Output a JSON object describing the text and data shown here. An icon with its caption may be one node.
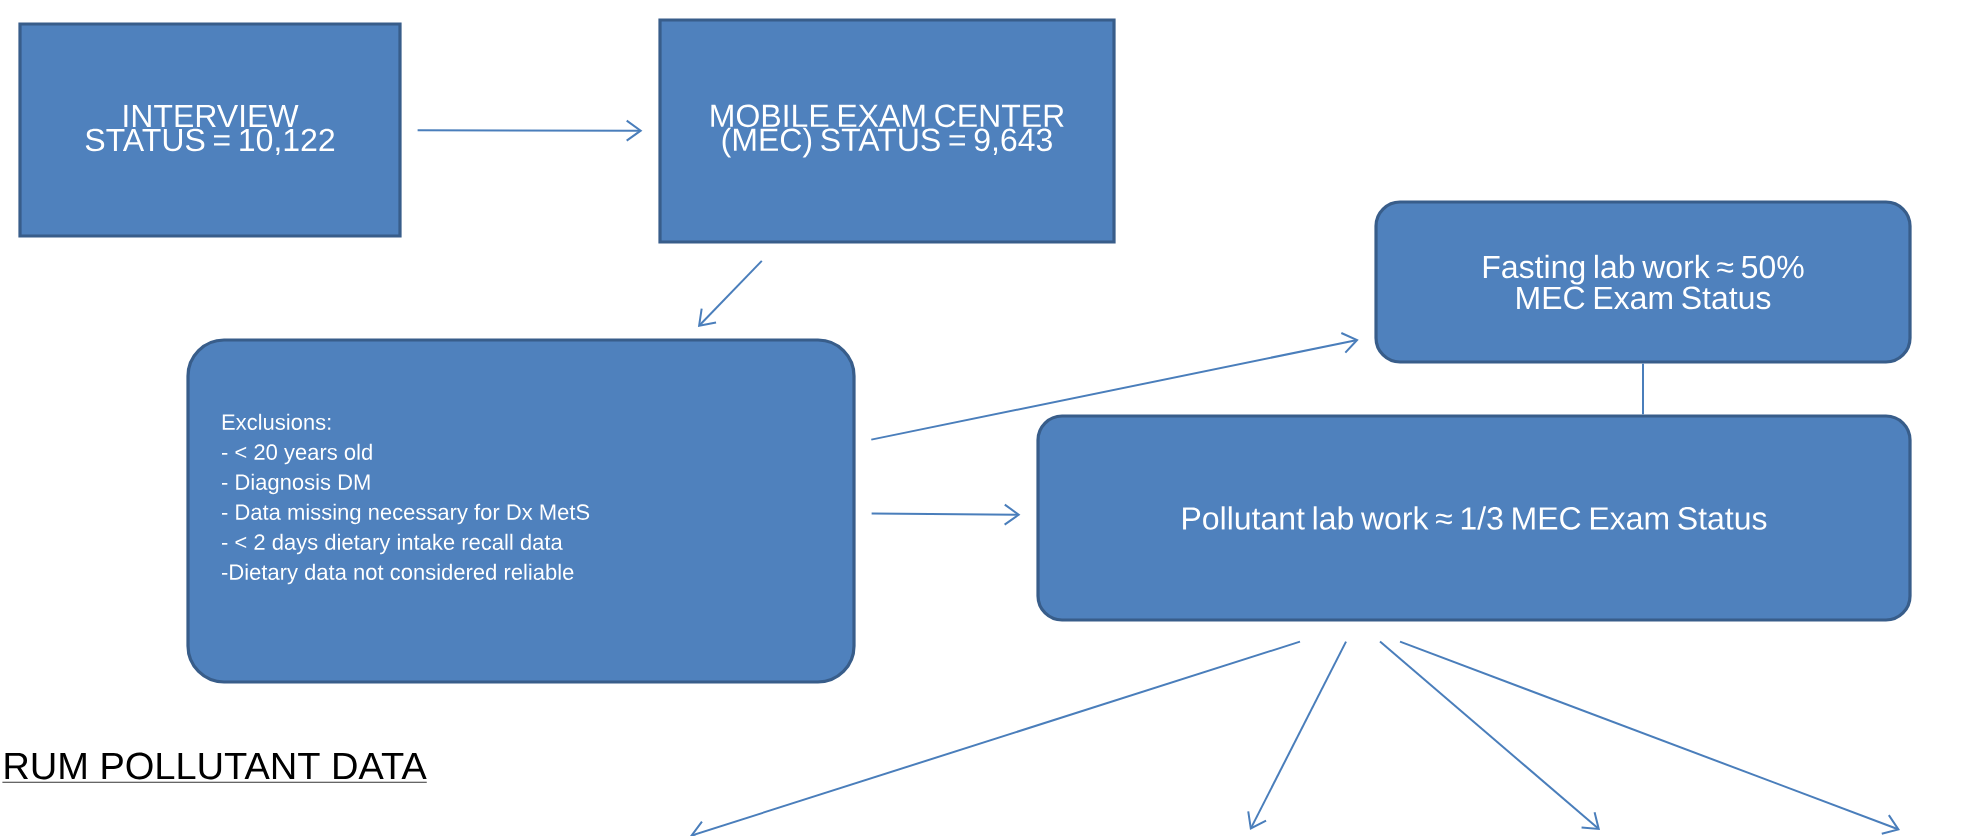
{
  "diagram": {
    "nodes": [
      {
        "text": [
          "INTERVIEW  STATUS = 10,122"
        ]
      },
      {
        "text": [
          "MOBILE EXAM CENTER (MEC) STATUS = 9,643"
        ]
      },
      {
        "text": [
          "Exclusions:",
          "- < 20 years  old",
          "- Diagnosis  DM",
          "- Data missing necessary for Dx MetS",
          "- < 2 days dietary intake recall data",
          "-Dietary data not considered reliable"
        ]
      },
      {
        "text": [
          "Fasting lab work ≈ 50% MEC Exam Status"
        ]
      },
      {
        "text": [
          "Pollutant lab work ≈ 1/3 MEC Exam Status"
        ]
      }
    ],
    "edges": [
      {
        "from": 0,
        "to": 1,
        "arrow": "to"
      },
      {
        "from": 1,
        "to": 2,
        "arrow": "to"
      },
      {
        "from": 2,
        "to": 3,
        "arrow": "to"
      },
      {
        "from": 2,
        "to": 4,
        "arrow": "to"
      },
      {
        "from": 3,
        "to": 4,
        "arrow": "none"
      },
      {
        "from": 4,
        "to": null,
        "arrow": "to"
      },
      {
        "from": 4,
        "to": null,
        "arrow": "to"
      },
      {
        "from": 4,
        "to": null,
        "arrow": "to"
      },
      {
        "from": 4,
        "to": null,
        "arrow": "to"
      }
    ],
    "labels": [
      "RUM POLLUTANT DATA"
    ]
  }
}
